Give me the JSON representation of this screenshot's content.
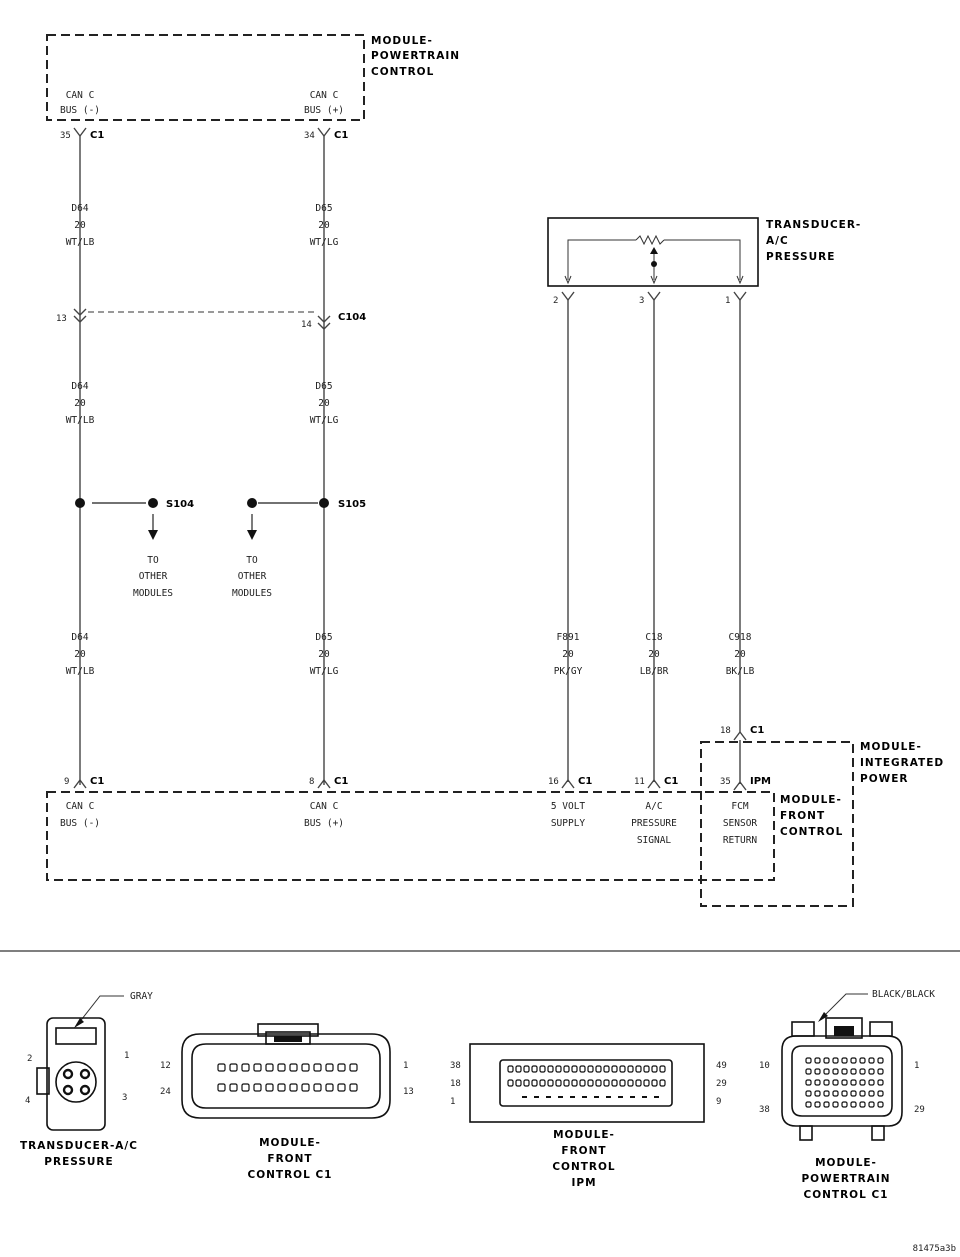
{
  "pcm": {
    "title": [
      "MODULE-",
      "POWERTRAIN",
      "CONTROL"
    ],
    "pin_left": {
      "line1": "CAN C",
      "line2": "BUS (-)",
      "num": "35",
      "conn": "C1"
    },
    "pin_right": {
      "line1": "CAN C",
      "line2": "BUS (+)",
      "num": "34",
      "conn": "C1"
    }
  },
  "wires": {
    "d64": {
      "circuit": "D64",
      "gauge": "20",
      "color": "WT/LB"
    },
    "d65": {
      "circuit": "D65",
      "gauge": "20",
      "color": "WT/LG"
    },
    "f891": {
      "circuit": "F891",
      "gauge": "20",
      "color": "PK/GY"
    },
    "c18": {
      "circuit": "C18",
      "gauge": "20",
      "color": "LB/BR"
    },
    "c918": {
      "circuit": "C918",
      "gauge": "20",
      "color": "BK/LB"
    }
  },
  "c104": {
    "name": "C104",
    "pin_left": "13",
    "pin_right": "14"
  },
  "splices": {
    "s104": "S104",
    "s105": "S105",
    "to_other": [
      "TO",
      "OTHER",
      "MODULES"
    ]
  },
  "transducer": {
    "title": [
      "TRANSDUCER-",
      "A/C",
      "PRESSURE"
    ],
    "pins": [
      "2",
      "3",
      "1"
    ]
  },
  "ipm": {
    "title": [
      "MODULE-",
      "INTEGRATED",
      "POWER"
    ],
    "pin_top": {
      "num": "18",
      "conn": "C1"
    },
    "pin_bottom": {
      "num": "35",
      "conn": "IPM"
    }
  },
  "fcm": {
    "title": [
      "MODULE-",
      "FRONT",
      "CONTROL"
    ],
    "pins": [
      {
        "num": "9",
        "conn": "C1",
        "lines": [
          "CAN C",
          "BUS (-)"
        ]
      },
      {
        "num": "8",
        "conn": "C1",
        "lines": [
          "CAN C",
          "BUS (+)"
        ]
      },
      {
        "num": "16",
        "conn": "C1",
        "lines": [
          "5 VOLT",
          "SUPPLY"
        ]
      },
      {
        "num": "11",
        "conn": "C1",
        "lines": [
          "A/C",
          "PRESSURE",
          "SIGNAL"
        ]
      },
      {
        "num": "",
        "conn": "",
        "lines": [
          "FCM",
          "SENSOR",
          "RETURN"
        ]
      }
    ]
  },
  "connector_views": {
    "transducer": {
      "color": "GRAY",
      "pins": [
        "2",
        "1",
        "4",
        "3"
      ],
      "caption": [
        "TRANSDUCER-A/C",
        "PRESSURE"
      ]
    },
    "fcm_c1": {
      "pins": [
        "12",
        "1",
        "24",
        "13"
      ],
      "caption": [
        "MODULE-",
        "FRONT",
        "CONTROL C1"
      ]
    },
    "fcm_ipm": {
      "pins_left": [
        "38",
        "18",
        "1"
      ],
      "pins_right": [
        "49",
        "29",
        "9"
      ],
      "caption": [
        "MODULE-",
        "FRONT",
        "CONTROL",
        "IPM"
      ]
    },
    "pcm_c1": {
      "color": "BLACK/BLACK",
      "pins": [
        "10",
        "1",
        "38",
        "29"
      ],
      "caption": [
        "MODULE-",
        "POWERTRAIN",
        "CONTROL C1"
      ]
    }
  },
  "figure_id": "81475a3b"
}
